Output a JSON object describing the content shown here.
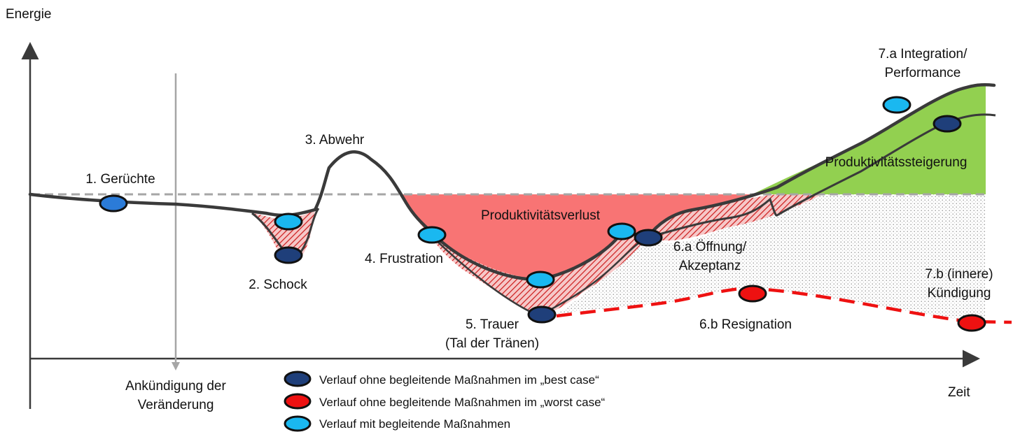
{
  "axes": {
    "y_label": "Energie",
    "x_label": "Zeit",
    "announcement_line1": "Ankündigung der",
    "announcement_line2": "Veränderung"
  },
  "phases": {
    "p1": "1. Gerüchte",
    "p2": "2. Schock",
    "p3": "3. Abwehr",
    "p4": "4. Frustration",
    "p5_line1": "5. Trauer",
    "p5_line2": "(Tal der Tränen)",
    "p6a_line1": "6.a Öffnung/",
    "p6a_line2": "Akzeptanz",
    "p6b": "6.b Resignation",
    "p7a_line1": "7.a Integration/",
    "p7a_line2": "Performance",
    "p7b_line1": "7.b (innere)",
    "p7b_line2": "Kündigung"
  },
  "areas": {
    "loss": "Produktivitätsverlust",
    "gain": "Produktivitätssteigerung"
  },
  "legend": [
    {
      "label": "Verlauf ohne begleitende Maßnahmen im „best case“",
      "color": "#1f3f7a"
    },
    {
      "label": "Verlauf ohne begleitende Maßnahmen im „worst case“",
      "color": "#ee1111"
    },
    {
      "label": "Verlauf mit begleitende Maßnahmen",
      "color": "#1ab8f0"
    }
  ],
  "colors": {
    "loss_fill": "#f87474",
    "gain_fill": "#92d050",
    "curve": "#3a3a3a",
    "worst_case": "#ee1111",
    "baseline": "#a6a6a6"
  }
}
